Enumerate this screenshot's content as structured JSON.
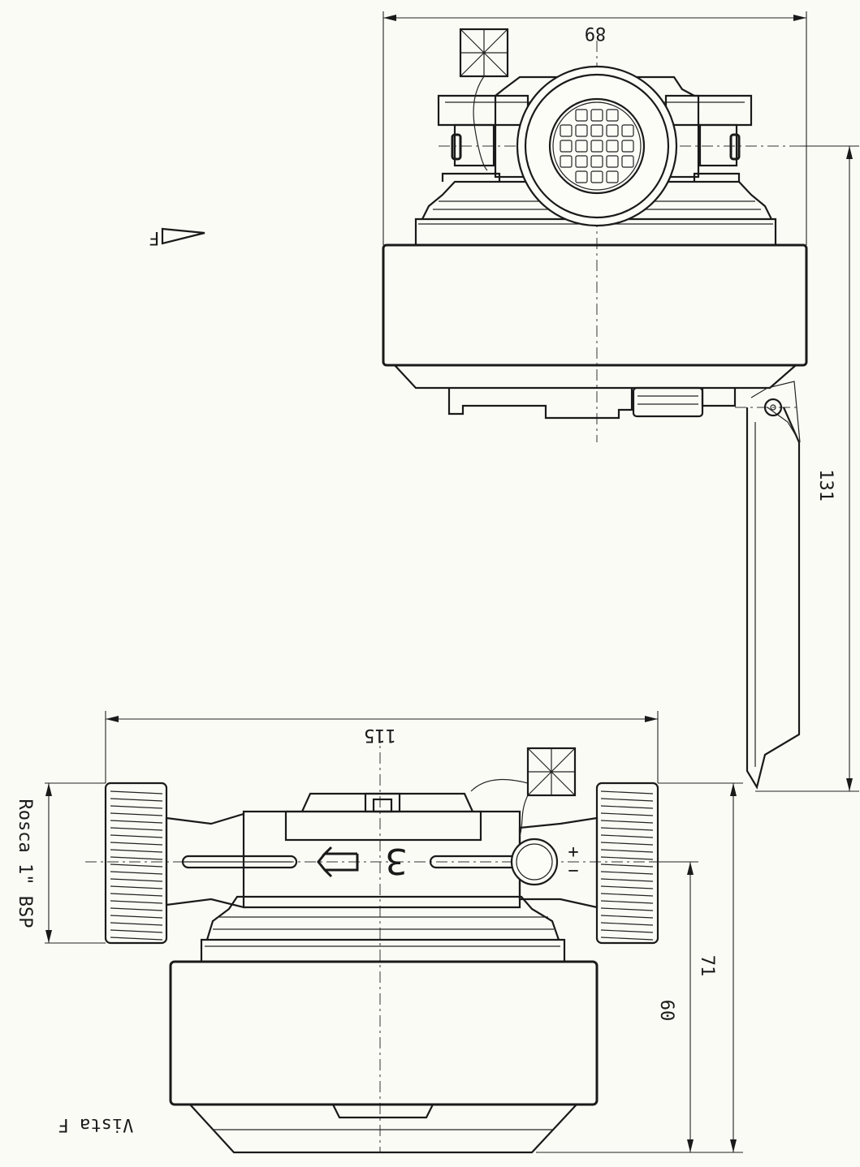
{
  "drawing": {
    "view_label": "Vista F",
    "view_marker": "F",
    "thread_label": "Rosca 1\" BSP",
    "model_number": "3",
    "plus_sign": "+",
    "minus_sign": "−"
  },
  "dimensions": {
    "top_width": "89",
    "length": "131",
    "bottom_width": "115",
    "height_total": "71",
    "height_body": "60"
  }
}
